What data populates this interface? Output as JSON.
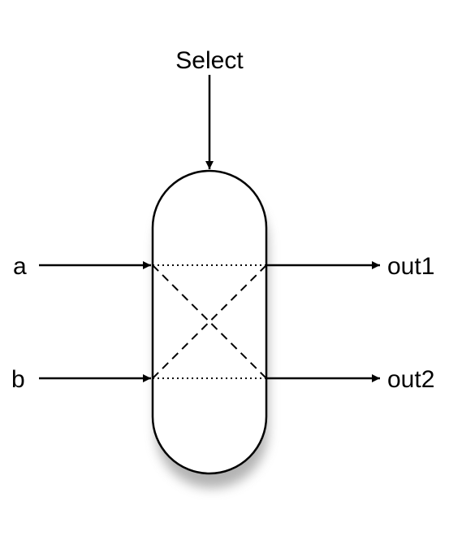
{
  "diagram": {
    "select_label": "Select",
    "inputs": [
      {
        "label": "a"
      },
      {
        "label": "b"
      }
    ],
    "outputs": [
      {
        "label": "out1"
      },
      {
        "label": "out2"
      }
    ]
  },
  "colors": {
    "stroke": "#000000",
    "fill": "#ffffff",
    "shadow": "#9a9a9a"
  }
}
